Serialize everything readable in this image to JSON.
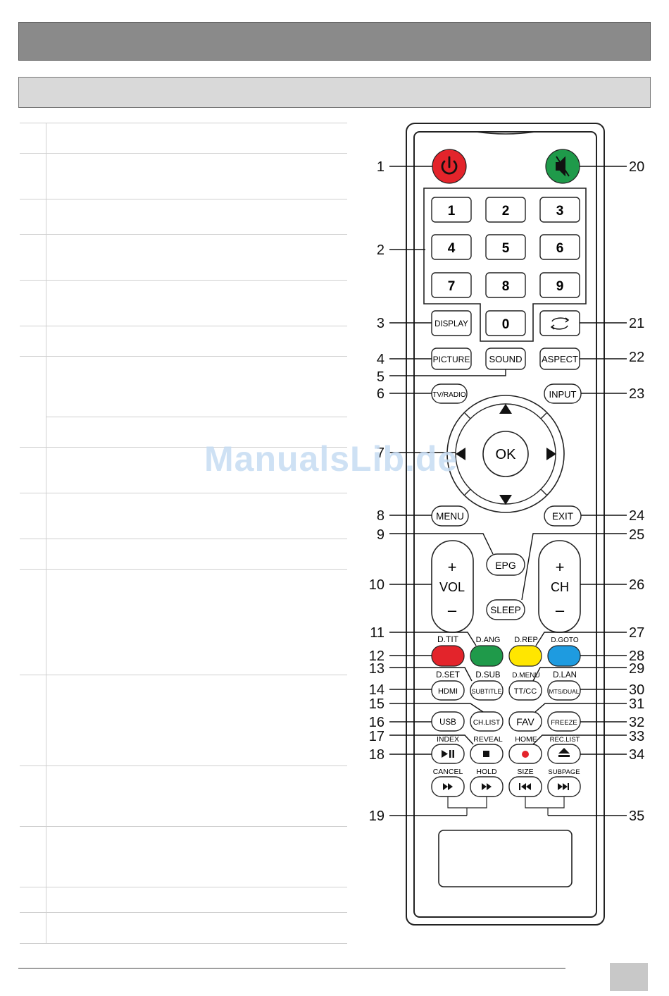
{
  "watermark": "ManualsLib.de",
  "buttons": {
    "digits": [
      "1",
      "2",
      "3",
      "4",
      "5",
      "6",
      "7",
      "8",
      "9",
      "0"
    ],
    "display": "DISPLAY",
    "picture": "PICTURE",
    "sound": "SOUND",
    "aspect": "ASPECT",
    "tv_radio": "TV/RADIO",
    "input": "INPUT",
    "ok": "OK",
    "menu": "MENU",
    "exit": "EXIT",
    "epg": "EPG",
    "sleep": "SLEEP",
    "vol_plus": "+",
    "vol": "VOL",
    "vol_minus": "–",
    "ch_plus": "+",
    "ch": "CH",
    "ch_minus": "–",
    "hdmi": "HDMI",
    "subtitle": "SUBTITLE",
    "tt_cc": "TT/CC",
    "mts_dual": "MTS/DUAL",
    "usb": "USB",
    "ch_list": "CH.LIST",
    "fav": "FAV",
    "freeze": "FREEZE"
  },
  "labels": {
    "d_tit": "D.TIT",
    "d_ang": "D.ANG",
    "d_rep": "D.REP",
    "d_goto": "D.GOTO",
    "d_set": "D.SET",
    "d_sub": "D.SUB",
    "d_menu": "D.MENU",
    "d_lan": "D.LAN",
    "index": "INDEX",
    "reveal": "REVEAL",
    "home": "HOME",
    "rec_list": "REC.LIST",
    "cancel": "CANCEL",
    "hold": "HOLD",
    "size": "SIZE",
    "subpage": "SUBPAGE"
  },
  "callouts_left": [
    "1",
    "2",
    "3",
    "4",
    "5",
    "6",
    "7",
    "8",
    "9",
    "10",
    "11",
    "12",
    "13",
    "14",
    "15",
    "16",
    "17",
    "18",
    "19"
  ],
  "callouts_right": [
    "20",
    "21",
    "22",
    "23",
    "24",
    "25",
    "26",
    "27",
    "28",
    "29",
    "30",
    "31",
    "32",
    "33",
    "34",
    "35"
  ],
  "colors": {
    "power": "#e3242b",
    "mute": "#1f9a4a",
    "red": "#e3242b",
    "green": "#1f9a4a",
    "yellow": "#ffe600",
    "blue": "#1e9be0",
    "rec_dot": "#e3242b"
  }
}
